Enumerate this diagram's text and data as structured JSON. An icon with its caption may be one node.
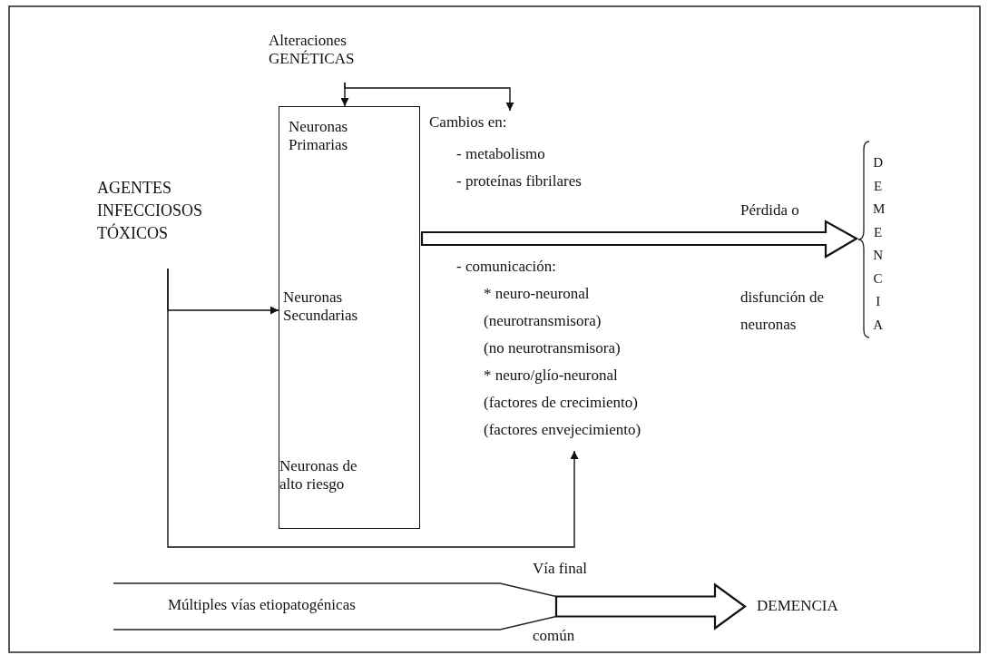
{
  "diagram": {
    "nodes": [
      {
        "text": [
          "Alteraciones GENÉTICAS"
        ]
      },
      {
        "text": [
          "Neuronas Primarias",
          "Neuronas Secundarias",
          "Neuronas de alto riesgo"
        ]
      },
      {
        "text": [
          "Cambios en:",
          "- metabolismo",
          "- proteínas fibrilares"
        ]
      },
      {
        "text": [
          "- comunicación:",
          "* neuro-neuronal",
          "(neurotransmisora)",
          "(no neurotransmisora)",
          "* neuro/glío-neuronal",
          "(factores de crecimiento)",
          "(factores envejecimiento)"
        ]
      },
      {
        "text": [
          "AGENTES INFECCIOSOS TÓXICOS"
        ]
      },
      {
        "text": [
          "DEMENCIA"
        ]
      },
      {
        "text": [
          "Múltiples vías etiopatogénicas"
        ]
      },
      {
        "text": [
          "DEMENCIA"
        ]
      }
    ],
    "edges": [
      {
        "from": 0,
        "to": 1,
        "arrow": "to"
      },
      {
        "from": 0,
        "to": 2,
        "arrow": "to"
      },
      {
        "from": 4,
        "to": 1,
        "arrow": "to"
      },
      {
        "from": 4,
        "to": 3,
        "arrow": "to"
      },
      {
        "from": 1,
        "to": 5,
        "arrow": "to",
        "style": "thick"
      },
      {
        "from": 6,
        "to": 7,
        "arrow": "to",
        "style": "thick"
      }
    ],
    "labels": [
      "Pérdida o",
      "disfunción de neuronas",
      "Vía final",
      "común"
    ]
  }
}
